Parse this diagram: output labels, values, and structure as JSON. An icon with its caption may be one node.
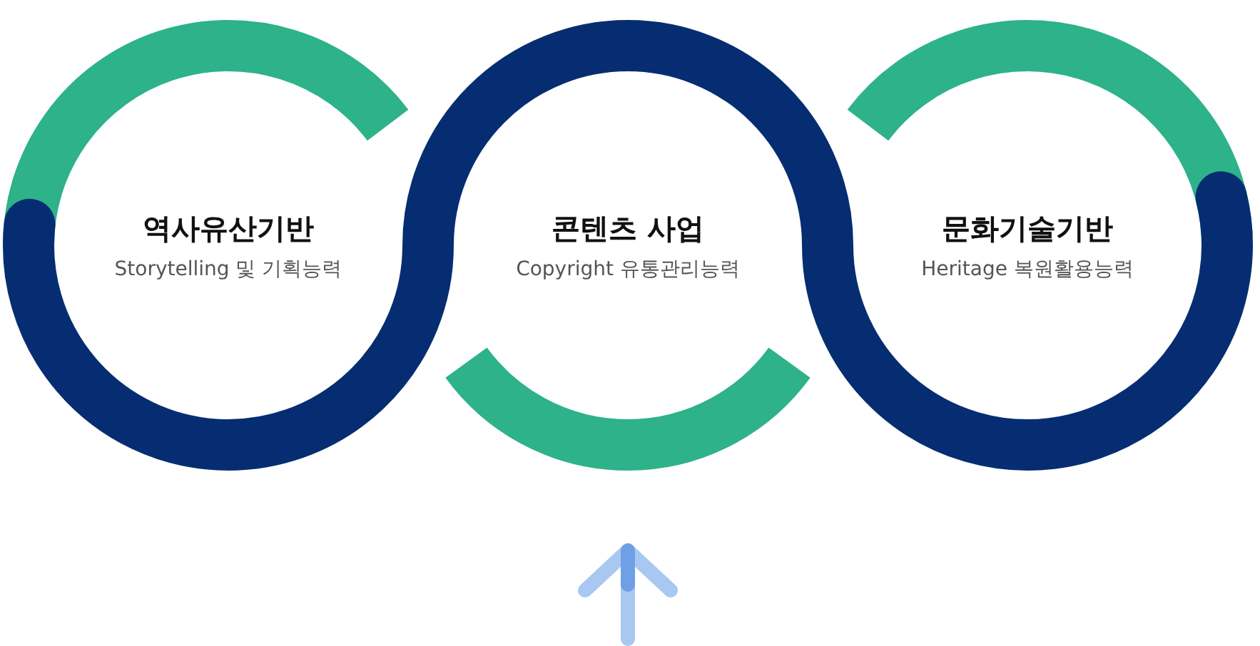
{
  "diagram": {
    "nodes": [
      {
        "text": [
          "역사유산기반",
          "Storytelling 및 기획능력"
        ]
      },
      {
        "text": [
          "콘텐츠 사업",
          "Copyright 유통관리능력"
        ]
      },
      {
        "text": [
          "문화기술기반",
          "Heritage 복원활용능력"
        ]
      }
    ]
  }
}
